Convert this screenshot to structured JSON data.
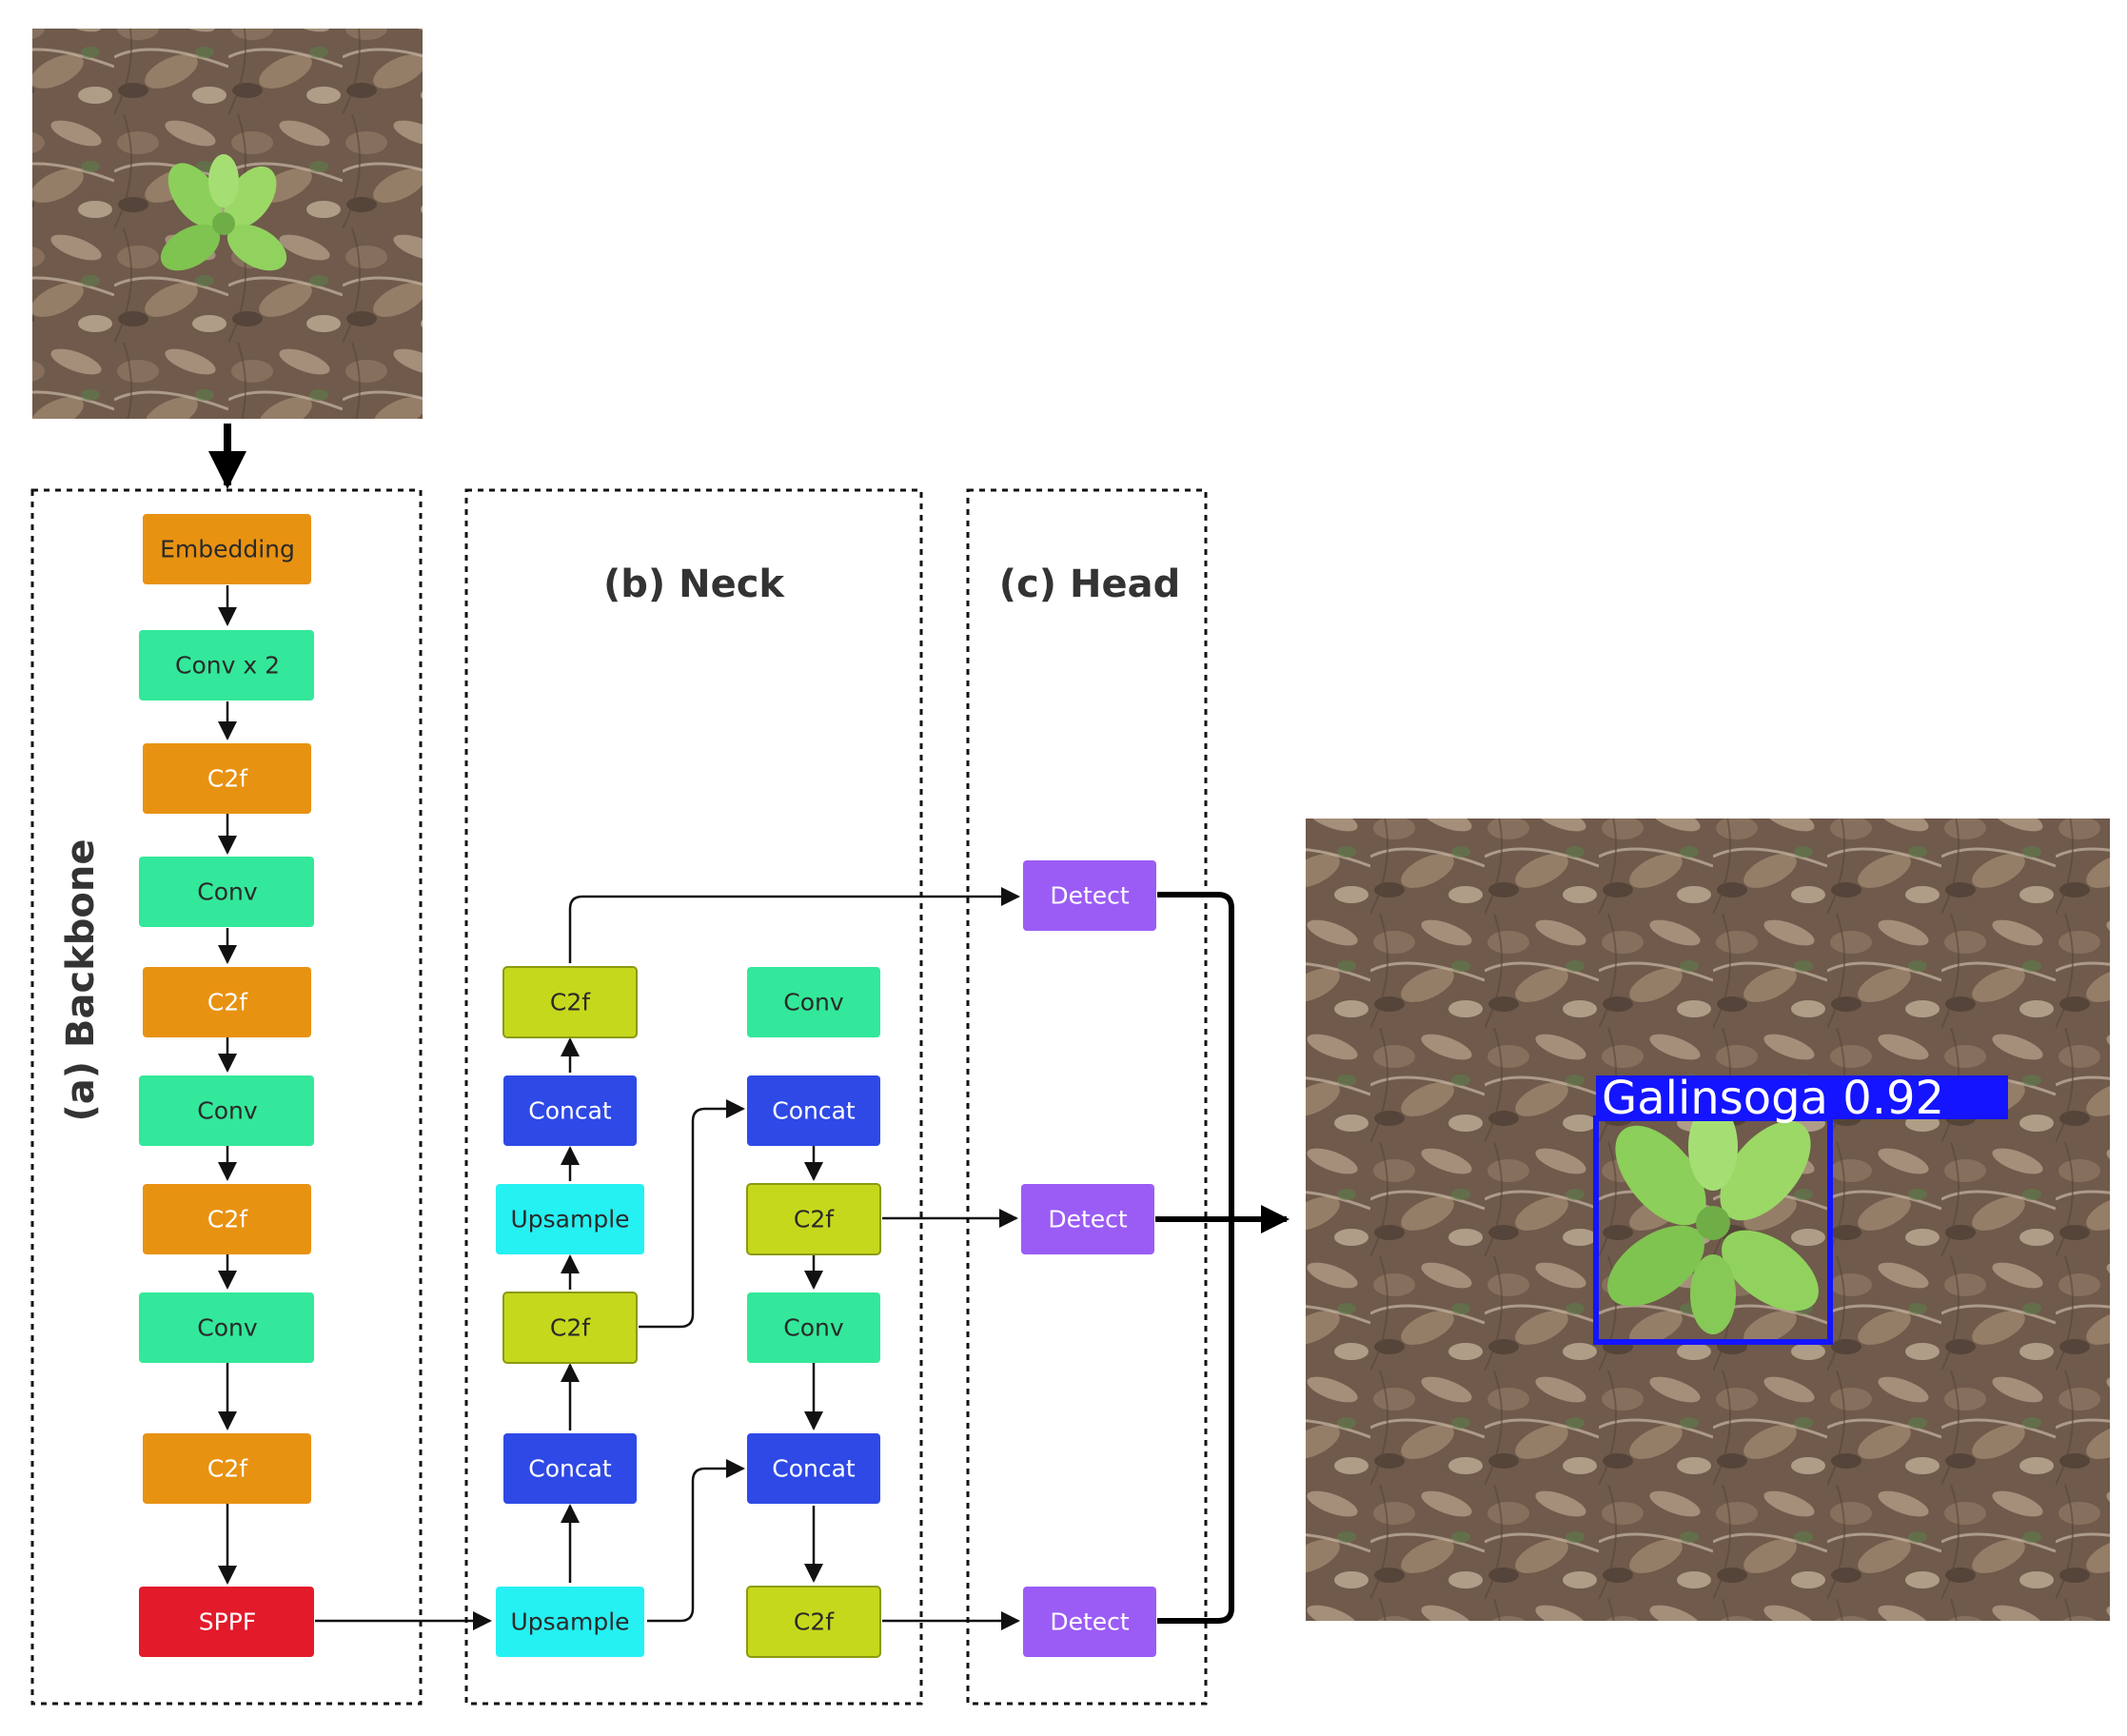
{
  "sections": {
    "backbone": "(a) Backbone",
    "neck": "(b) Neck",
    "head": "(c) Head"
  },
  "colors": {
    "orange": "#E89212",
    "green": "#33E89A",
    "yellow": "#C6D81C",
    "blue": "#2E49E6",
    "cyan": "#25F0F2",
    "red": "#E31A2A",
    "purple": "#9B5CF5",
    "detection_box": "#1414FF"
  },
  "backbone": {
    "embedding": "Embedding",
    "conv_x2": "Conv x 2",
    "c2f_1": "C2f",
    "conv_1": "Conv",
    "c2f_2": "C2f",
    "conv_2": "Conv",
    "c2f_3": "C2f",
    "conv_3": "Conv",
    "c2f_4": "C2f",
    "sppf": "SPPF"
  },
  "neck": {
    "left_c2f_top": "C2f",
    "left_concat_top": "Concat",
    "left_upsample_top": "Upsample",
    "left_c2f_mid": "C2f",
    "left_concat_bottom": "Concat",
    "left_upsample_bottom": "Upsample",
    "right_conv_top": "Conv",
    "right_concat_top": "Concat",
    "right_c2f_mid": "C2f",
    "right_conv_mid": "Conv",
    "right_concat_bottom": "Concat",
    "right_c2f_bottom": "C2f"
  },
  "head": {
    "detect_top": "Detect",
    "detect_mid": "Detect",
    "detect_bottom": "Detect"
  },
  "detection": {
    "label": "Galinsoga 0.92"
  }
}
